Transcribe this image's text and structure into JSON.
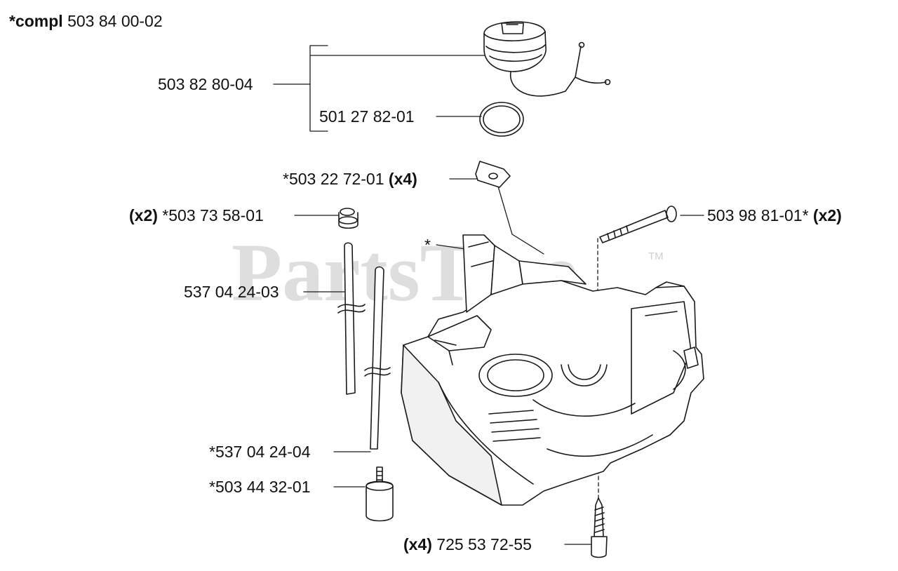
{
  "header": {
    "prefix": "*compl",
    "number": "503 84 00-02"
  },
  "watermark": {
    "text": "PartsTree",
    "tm": "TM"
  },
  "labels": {
    "cap_assembly": "503 82 80-04",
    "o_ring": "501 27 82-01",
    "plate_qty": "(x4)",
    "plate": "*503 22 72-01",
    "grommet_qty": "(x2)",
    "grommet": "*503 73 58-01",
    "bolt": "503 98 81-01*",
    "bolt_qty": "(x2)",
    "asterisk": "*",
    "hose_1": "537 04 24-03",
    "hose_2": "*537 04 24-04",
    "filter": "*503 44 32-01",
    "screw_qty": "(x4)",
    "screw": "725 53 72-55"
  },
  "colors": {
    "line": "#1a1a1a",
    "watermark": "#d9d9d9",
    "part_fill": "#ffffff",
    "part_shade": "#e9e9e9"
  }
}
